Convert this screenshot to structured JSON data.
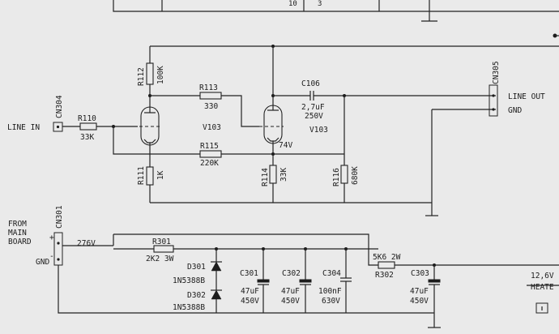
{
  "labels": {
    "line_in": "LINE IN",
    "line_out": "LINE OUT",
    "gnd_out": "GND",
    "from_main_board": [
      "FROM",
      "MAIN",
      "BOARD"
    ],
    "gnd_in": "GND",
    "heater": "12,6V",
    "heater2": "HEATE",
    "b_plus": "276V",
    "cathode_v": "74V",
    "top_partial_1": "10",
    "top_partial_2": "3"
  },
  "connectors": {
    "cn304": "CN304",
    "cn305": "CN305",
    "cn301": "CN301",
    "plus": "+",
    "minus": "-"
  },
  "tubes": {
    "v103a": "V103",
    "v103b": "V103"
  },
  "resistors": {
    "r110": {
      "ref": "R110",
      "value": "33K"
    },
    "r112": {
      "ref": "R112",
      "value": "100K"
    },
    "r113": {
      "ref": "R113",
      "value": "330"
    },
    "r115": {
      "ref": "R115",
      "value": "220K"
    },
    "r111": {
      "ref": "R111",
      "value": "1K"
    },
    "r114": {
      "ref": "R114",
      "value": "33K"
    },
    "r116": {
      "ref": "R116",
      "value": "680K"
    },
    "r301": {
      "ref": "R301",
      "value": "2K2 3W"
    },
    "r302": {
      "ref": "R302",
      "value": "5K6 2W"
    }
  },
  "capacitors": {
    "c106": {
      "ref": "C106",
      "value": "2,7uF",
      "voltage": "250V"
    },
    "c301": {
      "ref": "C301",
      "value": "47uF",
      "voltage": "450V"
    },
    "c302": {
      "ref": "C302",
      "value": "47uF",
      "voltage": "450V"
    },
    "c304": {
      "ref": "C304",
      "value": "100nF",
      "voltage": "630V"
    },
    "c303": {
      "ref": "C303",
      "value": "47uF",
      "voltage": "450V"
    }
  },
  "diodes": {
    "d301": {
      "ref": "D301",
      "value": "1N5388B"
    },
    "d302": {
      "ref": "D302",
      "value": "1N5388B"
    }
  }
}
